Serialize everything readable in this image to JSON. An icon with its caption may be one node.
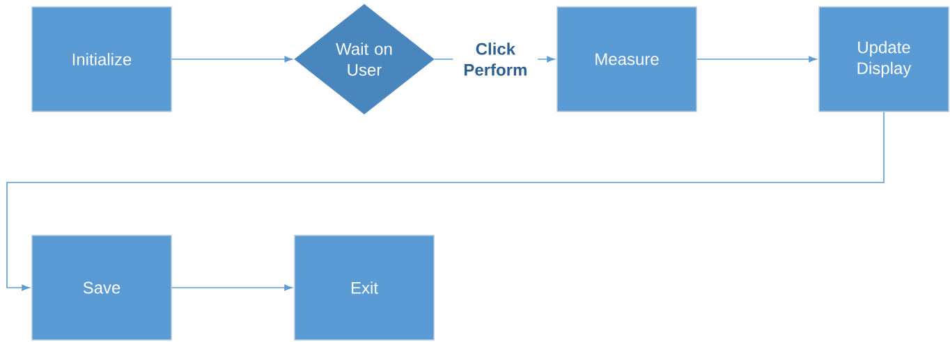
{
  "diagram": {
    "nodes": [
      {
        "text": [
          "Initialize"
        ]
      },
      {
        "text": [
          "Wait on User"
        ]
      },
      {
        "text": [
          "Measure"
        ]
      },
      {
        "text": [
          "Update Display"
        ]
      },
      {
        "text": [
          "Save"
        ]
      },
      {
        "text": [
          "Exit"
        ]
      }
    ],
    "edges": [
      {
        "from": 0,
        "to": 1,
        "arrow": "to"
      },
      {
        "from": 1,
        "to": 2,
        "arrow": "to",
        "label": "Click Perform"
      },
      {
        "from": 2,
        "to": 3,
        "arrow": "to"
      },
      {
        "from": 3,
        "to": 4,
        "arrow": "to"
      },
      {
        "from": 4,
        "to": 5,
        "arrow": "to"
      }
    ]
  }
}
